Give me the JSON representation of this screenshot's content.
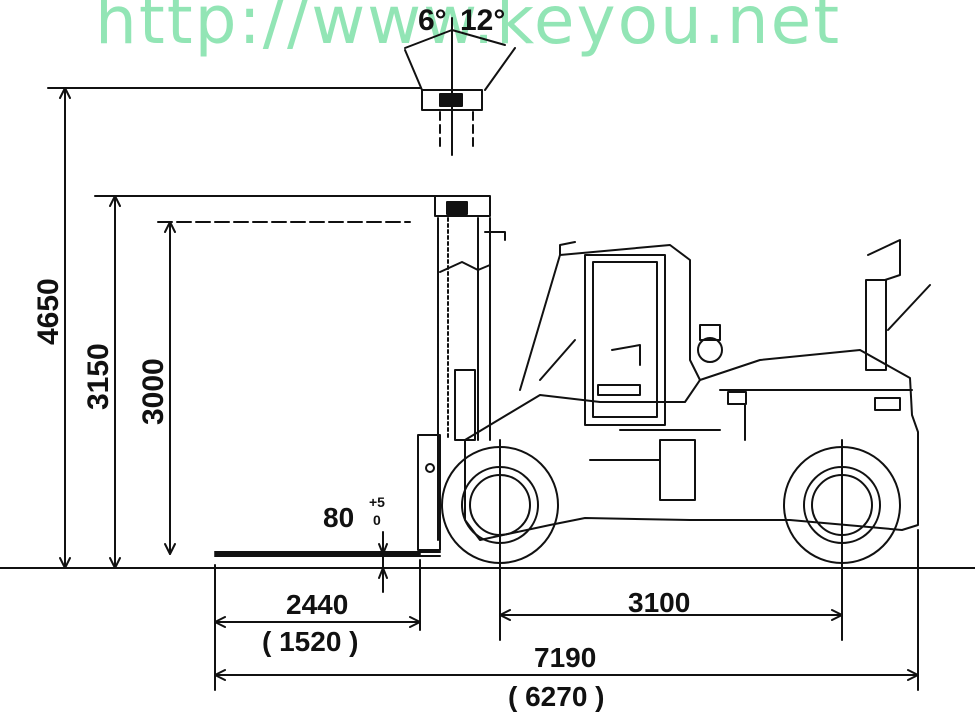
{
  "watermark": "http://www.keyou.net",
  "angles": {
    "forward_tilt": "6°",
    "backward_tilt": "12°"
  },
  "heights": {
    "overall_height": "4650",
    "overhead_guard_height": "3150",
    "lift_height": "3000"
  },
  "fork_clearance": {
    "value": "80",
    "tol_plus": "+5",
    "tol_minus": "0"
  },
  "lengths": {
    "fork_length": "2440",
    "fork_length_alt": "( 1520 )",
    "wheelbase": "3100",
    "overall_length": "7190",
    "overall_length_alt": "( 6270 )"
  },
  "colors": {
    "line": "#111111",
    "watermark": "#3ad07a"
  }
}
